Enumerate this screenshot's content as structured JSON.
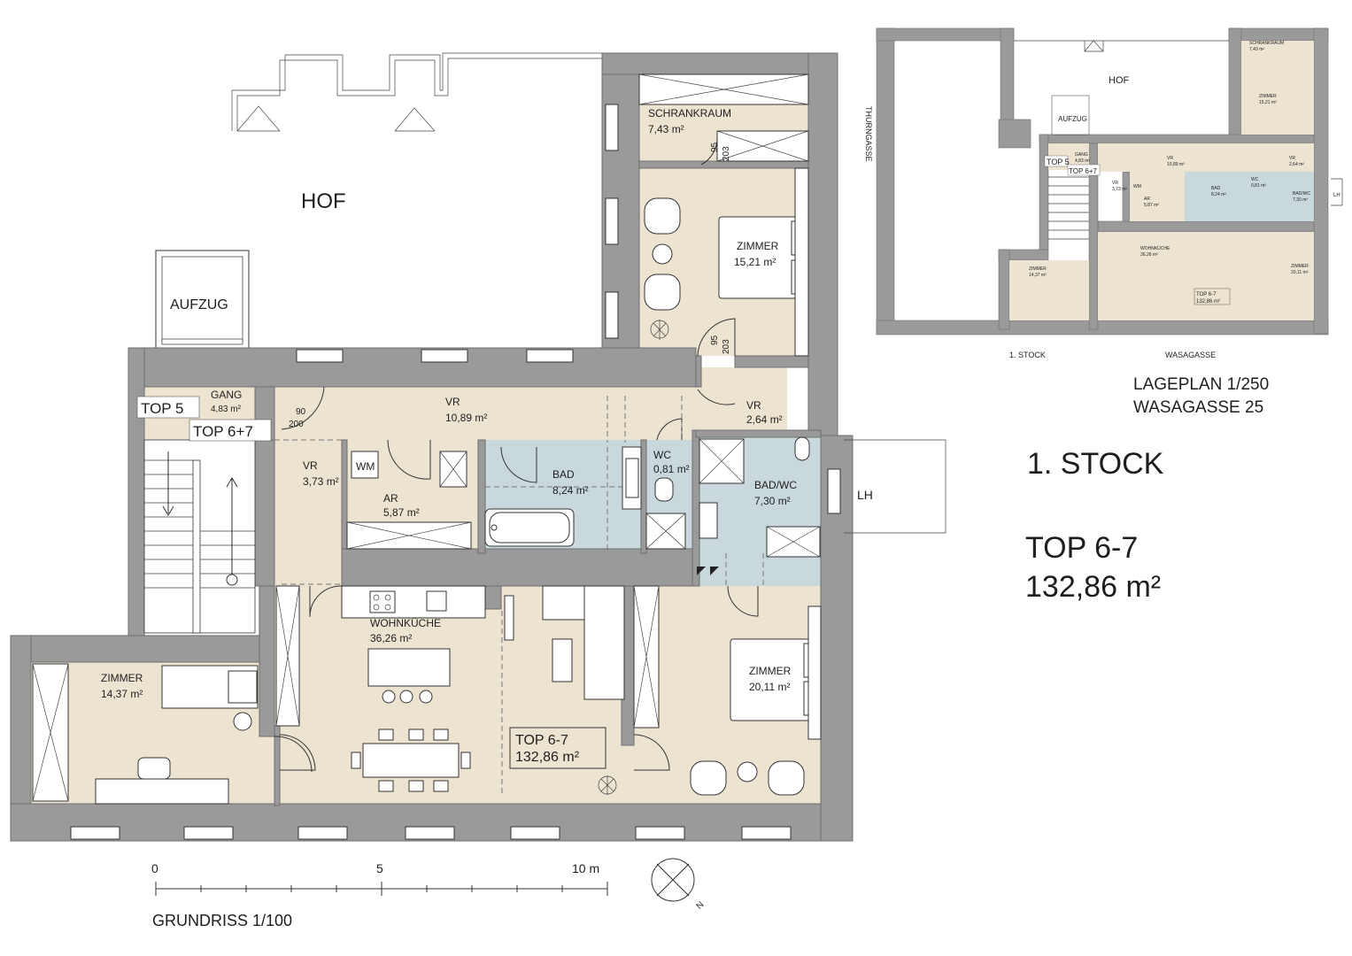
{
  "plan": {
    "courtyard": "HOF",
    "elevator": "AUFZUG",
    "lh": "LH",
    "door_marks": {
      "d1_w": "95",
      "d1_h": "203",
      "d2_w": "95",
      "d2_h": "203",
      "d3_w": "90",
      "d3_h": "200"
    },
    "top5": "TOP 5",
    "top67_tag": "TOP 6+7",
    "wm": "WM",
    "rooms": {
      "schrankraum": {
        "name": "SCHRANKRAUM",
        "area": "7,43 m²"
      },
      "zimmer1": {
        "name": "ZIMMER",
        "area": "15,21 m²"
      },
      "gang": {
        "name": "GANG",
        "area": "4,83 m²"
      },
      "vr1": {
        "name": "VR",
        "area": "10,89 m²"
      },
      "vr2": {
        "name": "VR",
        "area": "2,64 m²"
      },
      "vr3": {
        "name": "VR",
        "area": "3,73 m²"
      },
      "ar": {
        "name": "AR",
        "area": "5,87 m²"
      },
      "bad": {
        "name": "BAD",
        "area": "8,24 m²"
      },
      "wc": {
        "name": "WC",
        "area": "0,81 m²"
      },
      "badwc": {
        "name": "BAD/WC",
        "area": "7,30 m²"
      },
      "wohnkueche": {
        "name": "WOHNKÜCHE",
        "area": "36,26 m²"
      },
      "zimmer2": {
        "name": "ZIMMER",
        "area": "14,37 m²"
      },
      "zimmer3": {
        "name": "ZIMMER",
        "area": "20,11 m²"
      }
    },
    "unit_box": {
      "name": "TOP 6-7",
      "area": "132,86 m²"
    },
    "scale": {
      "t0": "0",
      "t5": "5",
      "t10": "10 m"
    },
    "north": "N",
    "caption": "GRUNDRISS 1/100"
  },
  "site": {
    "courtyard": "HOF",
    "elevator": "AUFZUG",
    "street_left": "THURNGASSE",
    "lh": "LH",
    "floor": "1. STOCK",
    "street_bottom": "WASAGASSE",
    "top5": "TOP 5",
    "top67_tag": "TOP 6+7",
    "wm": "WM",
    "rooms": {
      "schrankraum": {
        "name": "SCHRANKRAUM",
        "area": "7,43 m²"
      },
      "zimmer1": {
        "name": "ZIMMER",
        "area": "15,21 m²"
      },
      "gang": {
        "name": "GANG",
        "area": "4,83 m²"
      },
      "vr1": {
        "name": "VR",
        "area": "10,89 m²"
      },
      "vr2": {
        "name": "VR",
        "area": "2,64 m²"
      },
      "vr3": {
        "name": "VR",
        "area": "3,73 m²"
      },
      "ar": {
        "name": "AR",
        "area": "5,87 m²"
      },
      "bad": {
        "name": "BAD",
        "area": "8,24 m²"
      },
      "wc": {
        "name": "WC",
        "area": "0,81 m²"
      },
      "badwc": {
        "name": "BAD/WC",
        "area": "7,30 m²"
      },
      "wohnkueche": {
        "name": "WOHNKÜCHE",
        "area": "36,26 m²"
      },
      "zimmer2": {
        "name": "ZIMMER",
        "area": "14,37 m²"
      },
      "zimmer3": {
        "name": "ZIMMER",
        "area": "20,11 m²"
      }
    },
    "unit_box": {
      "name": "TOP 6-7",
      "area": "132,86 m²"
    },
    "caption_1": "LAGEPLAN 1/250",
    "caption_2": "WASAGASSE 25"
  },
  "info": {
    "floor": "1. STOCK",
    "unit": "TOP 6-7",
    "area": "132,86 m²"
  }
}
